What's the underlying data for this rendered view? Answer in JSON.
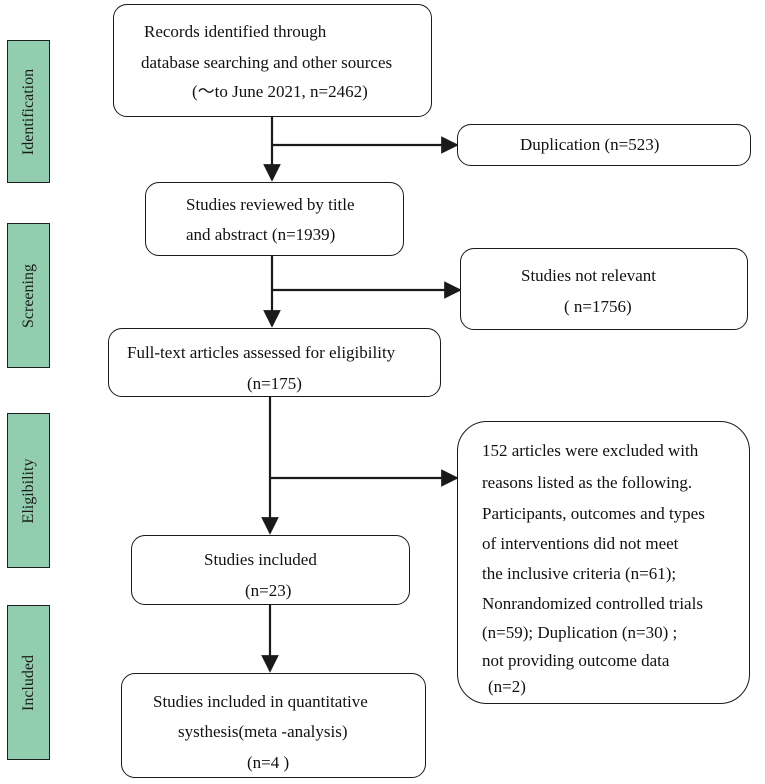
{
  "stages": {
    "identification": "Identification",
    "screening": "Screening",
    "eligibility": "Eligibility",
    "included": "Included"
  },
  "boxes": {
    "records": [
      "Records identified through",
      "database searching  and other sources",
      "(～to June 2021, n=2462)"
    ],
    "duplication": [
      "Duplication (n=523)"
    ],
    "reviewed": [
      "Studies reviewed by title",
      "and abstract  (n=1939)"
    ],
    "not_relevant": [
      "Studies not relevant",
      "(   n=1756)"
    ],
    "fulltext": [
      "Full-text articles assessed for eligibility",
      "(n=175)"
    ],
    "excluded": [
      "152 articles were excluded with",
      "reasons listed as the following.",
      "Participants, outcomes and types",
      "of  interventions did not meet",
      "the inclusive criteria  (n=61);",
      "Nonrandomized controlled trials",
      "(n=59);   Duplication    (n=30)  ;",
      "not providing outcome data",
      "(n=2)"
    ],
    "included": [
      "Studies included",
      "(n=23)"
    ],
    "quantitative": [
      "Studies included in quantitative",
      "systhesis(meta -analysis)",
      "(n=4   )"
    ]
  },
  "colors": {
    "stage_fill": "#93cdb0",
    "border": "#1a1a1a",
    "text": "#111111"
  }
}
